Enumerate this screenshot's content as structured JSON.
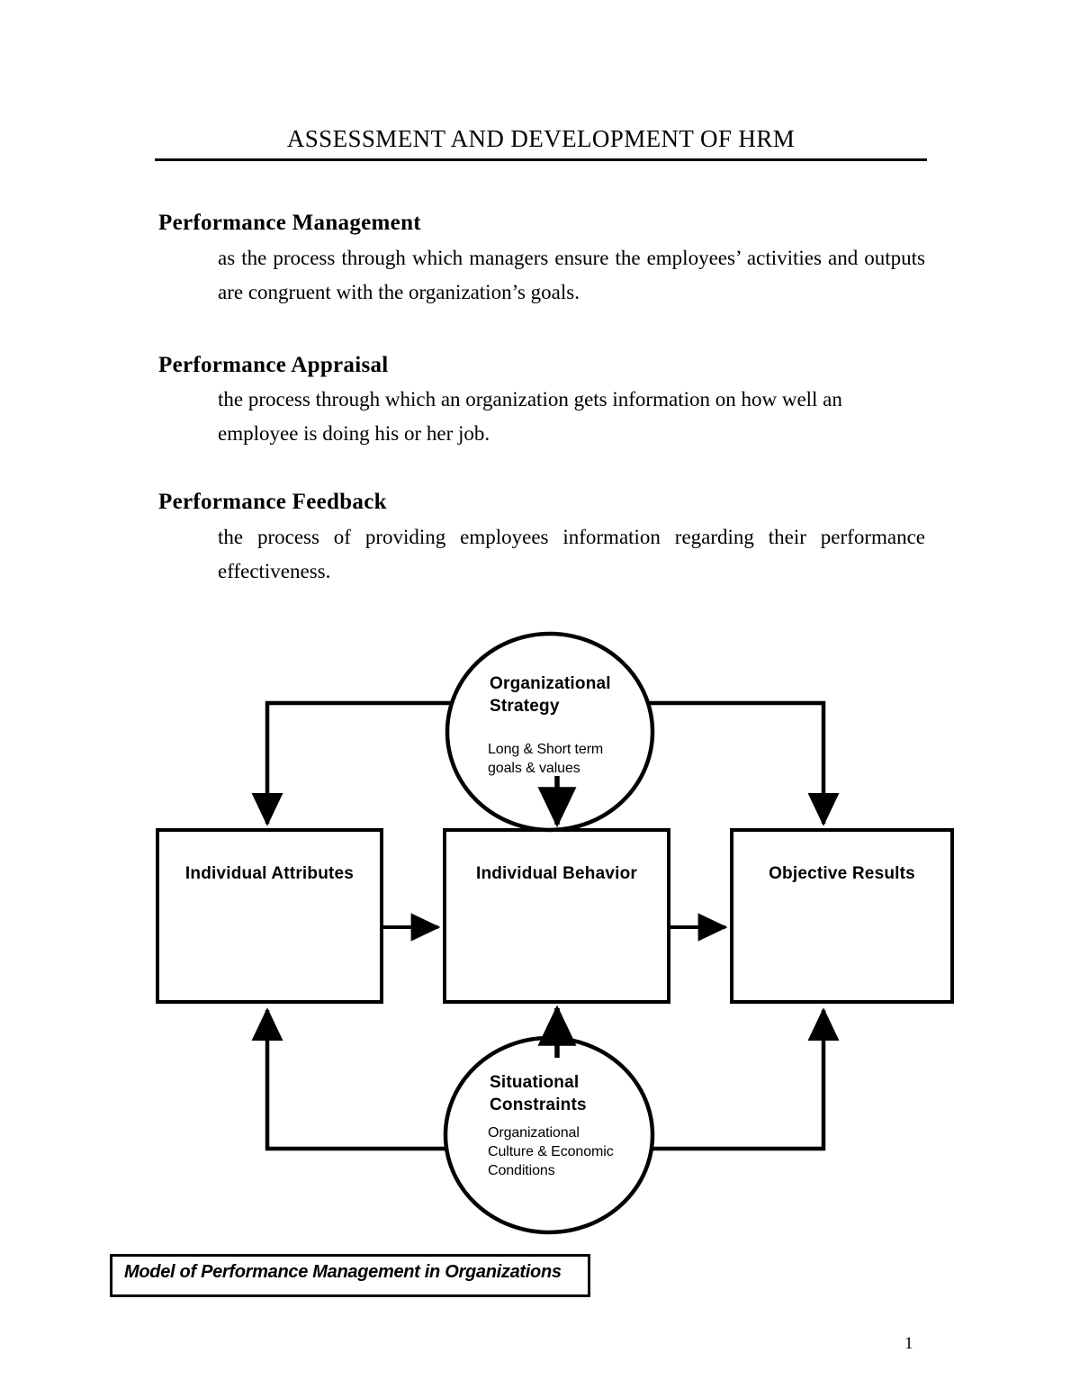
{
  "document": {
    "header": {
      "title": "ASSESSMENT AND DEVELOPMENT OF HRM"
    },
    "page_number": "1",
    "sections": [
      {
        "term": "Performance Management",
        "definition": "as the process through which managers ensure the employees’ activities and outputs are congruent with the organization’s goals."
      },
      {
        "term": "Performance Appraisal",
        "definition": "the process through which an organization gets information on how well an employee is doing his or her job."
      },
      {
        "term": "Performance Feedback",
        "definition": "the process of providing employees information regarding their performance effectiveness."
      }
    ]
  },
  "figure": {
    "caption": "Model of Performance Management in Organizations",
    "nodes": {
      "top_circle": {
        "title_line1": "Organizational",
        "title_line2": "Strategy",
        "sub_line1": "Long & Short term",
        "sub_line2": "goals & values"
      },
      "bottom_circle": {
        "title_line1": "Situational",
        "title_line2": "Constraints",
        "sub_line1": "Organizational",
        "sub_line2": "Culture & Economic",
        "sub_line3": "Conditions"
      },
      "box_left": "Individual Attributes",
      "box_center": "Individual Behavior",
      "box_right": "Objective Results"
    }
  },
  "colors": {
    "ink": "#000000",
    "paper": "#ffffff"
  }
}
